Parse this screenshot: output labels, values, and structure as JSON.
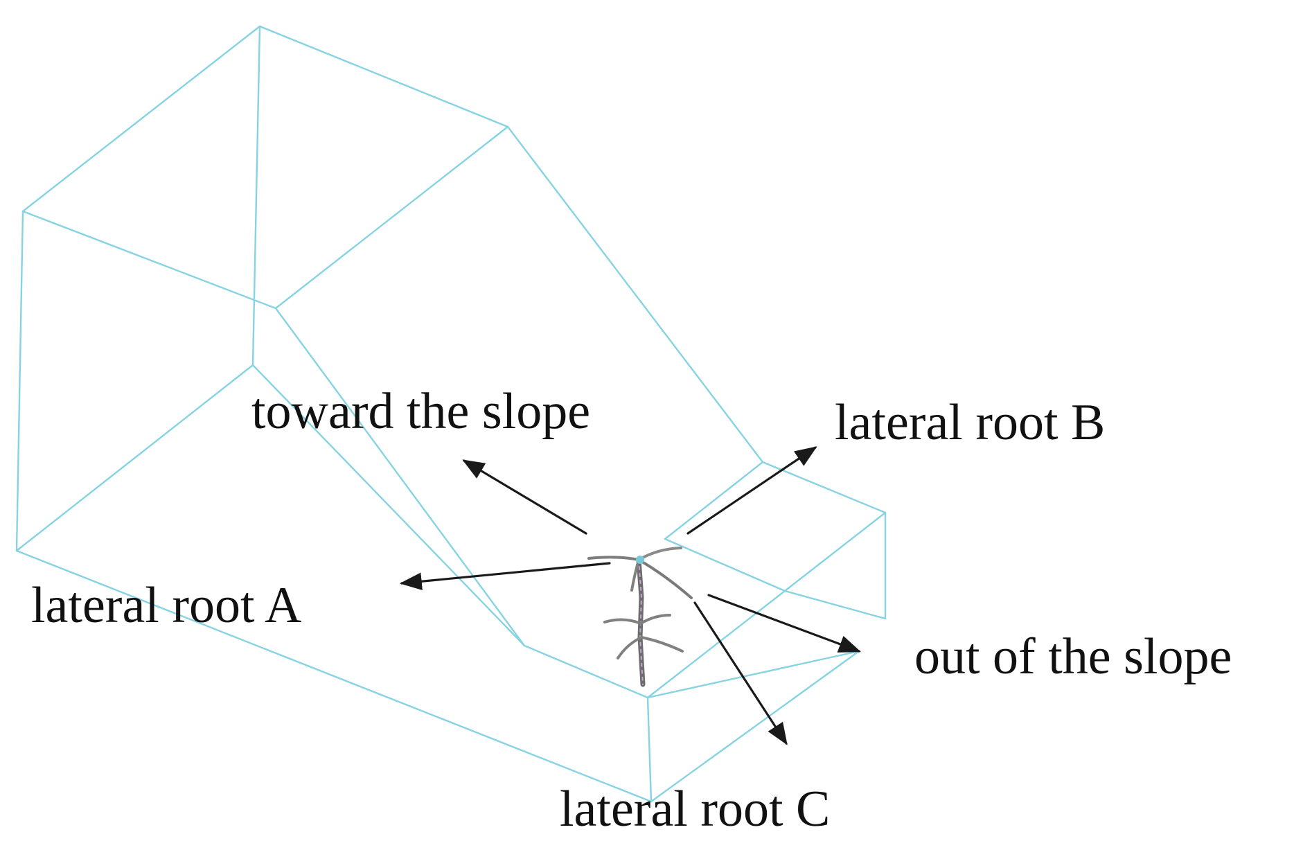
{
  "labels": {
    "toward_slope": "toward the slope",
    "lateral_root_b": "lateral root B",
    "lateral_root_a": "lateral root A",
    "out_of_slope": "out of the slope",
    "lateral_root_c": "lateral root C"
  },
  "colors": {
    "box_edges": "#86d3e2",
    "arrows": "#1a1a1a",
    "root": "#6d6d6d"
  }
}
